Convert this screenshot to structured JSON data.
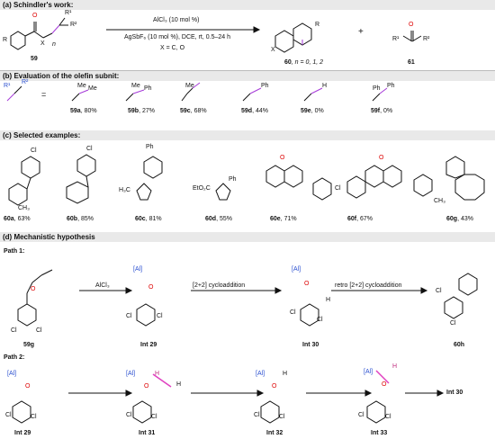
{
  "sections": {
    "a": "(a) Schindler's work:",
    "b": "(b) Evaluation of the olefin subnit:",
    "c": "(c) Selected examples:",
    "d": "(d) Mechanistic hypothesis"
  },
  "scheme_a": {
    "cond1": "AlCl₃ (10 mol %)",
    "cond2": "AgSbF₆ (10 mol %), DCE, rt, 0.5–24 h",
    "cond3": "X = C, O",
    "plus": "+",
    "sm": "59",
    "prod": "60",
    "prod_note": ", n = 0, 1, 2",
    "byprod": "61",
    "R": "R",
    "R1": "R¹",
    "R2": "R²",
    "X": "X",
    "n": "n",
    "O": "O"
  },
  "olefins": [
    {
      "id": "59a",
      "yield": ", 80%"
    },
    {
      "id": "59b",
      "yield": ", 27%"
    },
    {
      "id": "59c",
      "yield": ", 68%"
    },
    {
      "id": "59d",
      "yield": ", 44%"
    },
    {
      "id": "59e",
      "yield": ", 0%"
    },
    {
      "id": "59f",
      "yield": ", 0%"
    }
  ],
  "olefin_labels": {
    "me": "Me",
    "ph": "Ph",
    "h": "H",
    "eq": "="
  },
  "examples": [
    {
      "id": "60a",
      "yield": ", 63%"
    },
    {
      "id": "60b",
      "yield": ", 85%"
    },
    {
      "id": "60c",
      "yield": ", 81%"
    },
    {
      "id": "60d",
      "yield": ", 55%"
    },
    {
      "id": "60e",
      "yield": ", 71%"
    },
    {
      "id": "60f",
      "yield": ", 67%"
    },
    {
      "id": "60g",
      "yield": ", 43%"
    }
  ],
  "example_labels": {
    "cl": "Cl",
    "ph": "Ph",
    "h3c": "H₃C",
    "ch3": "CH₃",
    "eto2c": "EtO₂C",
    "o": "O"
  },
  "path1": {
    "title": "Path 1:",
    "reagent": "AlCl₃",
    "step2": "[2+2] cycloaddition",
    "step3": "retro [2+2] cycloaddition",
    "c1": "59g",
    "c2": "Int 29",
    "c3": "Int 30",
    "c4": "60h"
  },
  "path2": {
    "title": "Path 2:",
    "c1": "Int 29",
    "c2": "Int 31",
    "c3": "Int 32",
    "c4": "Int 33",
    "c5": "Int 30"
  },
  "atoms": {
    "al": "[Al]",
    "o": "O",
    "h": "H",
    "cl": "Cl"
  }
}
